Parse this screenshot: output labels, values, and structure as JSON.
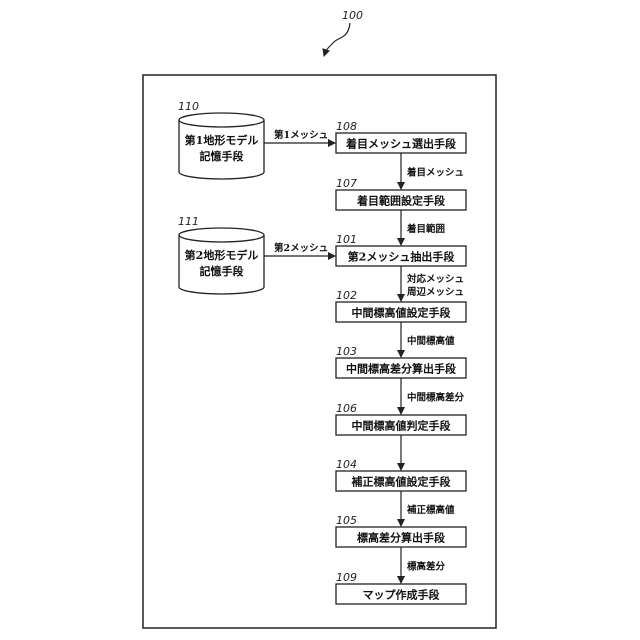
{
  "figure": {
    "ref": "100"
  },
  "databases": [
    {
      "id": "db1",
      "ref": "110",
      "lines": [
        "第1地形モデル",
        "記憶手段"
      ],
      "output_label": "第1メッシュ"
    },
    {
      "id": "db2",
      "ref": "111",
      "lines": [
        "第2地形モデル",
        "記憶手段"
      ],
      "output_label": "第2メッシュ"
    }
  ],
  "steps": [
    {
      "ref": "108",
      "label": "着目メッシュ選出手段",
      "out": [
        "着目メッシュ"
      ]
    },
    {
      "ref": "107",
      "label": "着目範囲設定手段",
      "out": [
        "着目範囲"
      ]
    },
    {
      "ref": "101",
      "label": "第2メッシュ抽出手段",
      "out": [
        "対応メッシュ",
        "周辺メッシュ"
      ]
    },
    {
      "ref": "102",
      "label": "中間標高値設定手段",
      "out": [
        "中間標高値"
      ]
    },
    {
      "ref": "103",
      "label": "中間標高差分算出手段",
      "out": [
        "中間標高差分"
      ]
    },
    {
      "ref": "106",
      "label": "中間標高値判定手段",
      "out": []
    },
    {
      "ref": "104",
      "label": "補正標高値設定手段",
      "out": [
        "補正標高値"
      ]
    },
    {
      "ref": "105",
      "label": "標高差分算出手段",
      "out": [
        "標高差分"
      ]
    },
    {
      "ref": "109",
      "label": "マップ作成手段",
      "out": []
    }
  ]
}
